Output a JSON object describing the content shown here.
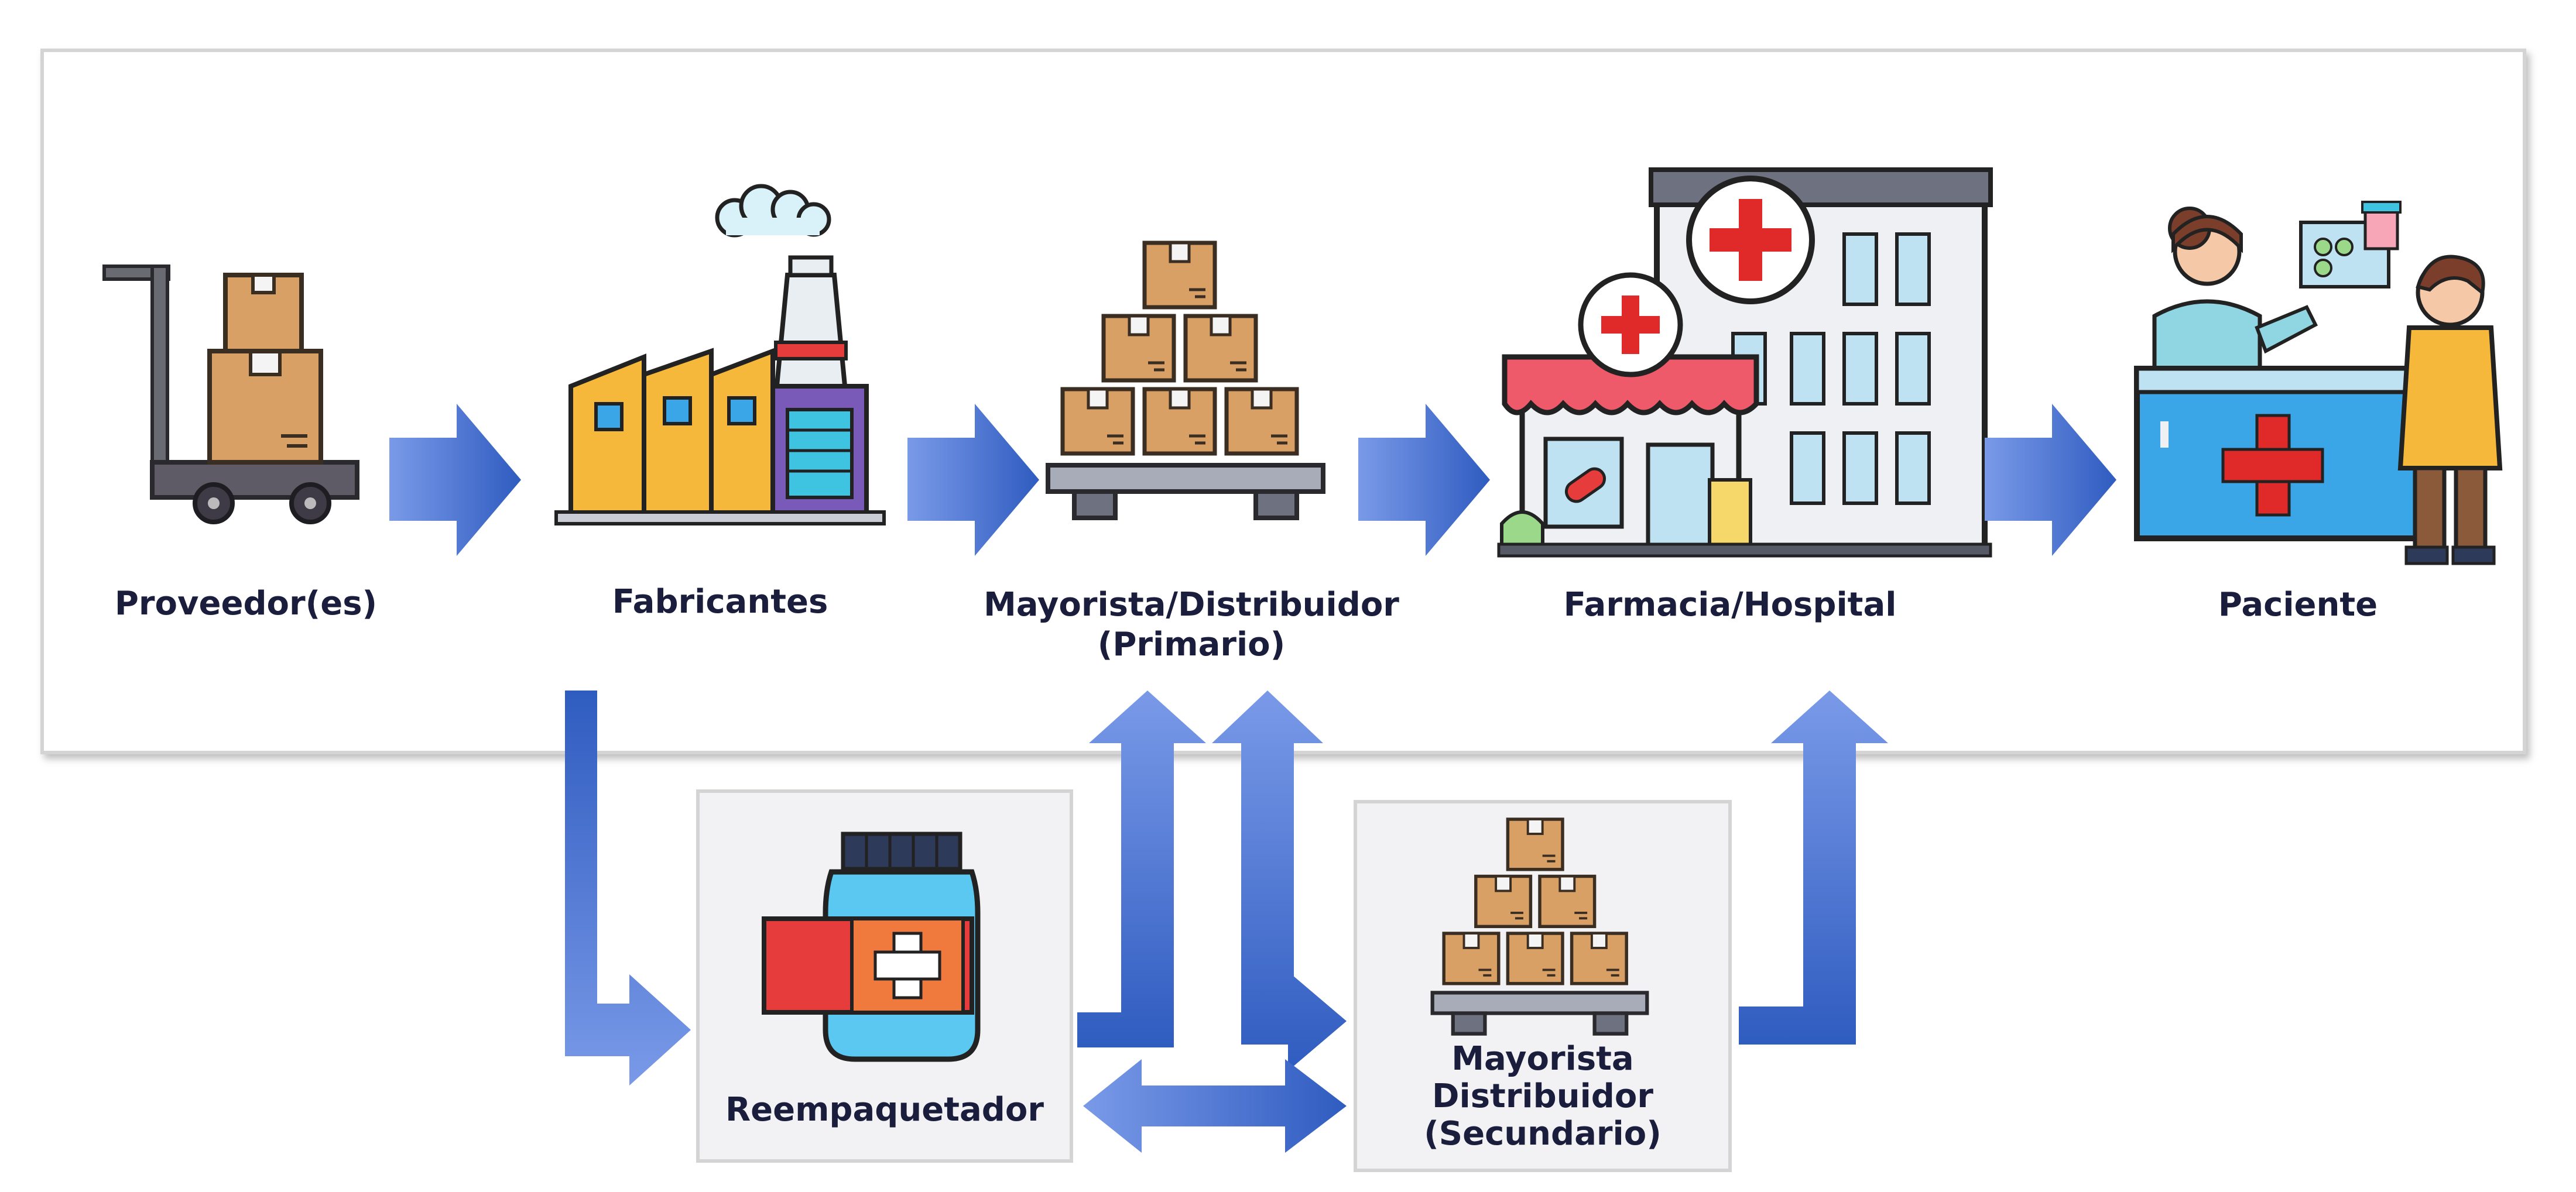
{
  "nodes": {
    "supplier": {
      "label": "Proveedor(es)",
      "icon": "hand-truck-boxes-icon"
    },
    "manufacturer": {
      "label": "Fabricantes",
      "icon": "factory-icon"
    },
    "primary": {
      "line1": "Mayorista/Distribuidor",
      "line2": "(Primario)",
      "icon": "pallet-boxes-icon"
    },
    "pharmacy": {
      "label": "Farmacia/Hospital",
      "icon": "pharmacy-hospital-building-icon"
    },
    "patient": {
      "label": "Paciente",
      "icon": "pharmacist-patient-counter-icon"
    },
    "repackager": {
      "label": "Reempaquetador",
      "icon": "medicine-bottle-icon"
    },
    "secondary": {
      "line1": "Mayorista",
      "line2": "Distribuidor",
      "line3": "(Secundario)",
      "icon": "pallet-boxes-icon"
    }
  },
  "colors": {
    "arrow_light": "#7a9ae8",
    "arrow_dark": "#2f5cc0",
    "box": "#e63c3c",
    "cardboard": "#d9a066",
    "text": "#1a1e3c",
    "panel_border": "#d4d4d4",
    "sub_panel_bg": "#f2f2f4"
  }
}
